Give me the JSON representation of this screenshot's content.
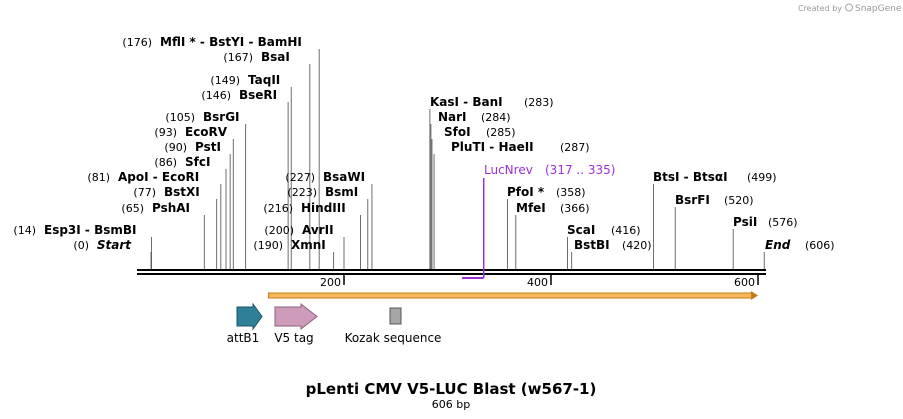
{
  "credit": {
    "prefix": "Created by",
    "brand": "SnapGene"
  },
  "map": {
    "length": 606
  },
  "terminals": [
    {
      "pos": 0,
      "pos_label": "(0)",
      "name": "Start"
    },
    {
      "pos": 606,
      "pos_label": "(606)",
      "name": "End"
    }
  ],
  "sites": [
    {
      "pos": 14,
      "pos_label": "(14)",
      "label": "Esp3I  -  BsmBI"
    },
    {
      "pos": 65,
      "pos_label": "(65)",
      "label": "PshAI"
    },
    {
      "pos": 77,
      "pos_label": "(77)",
      "label": "BstXI"
    },
    {
      "pos": 81,
      "pos_label": "(81)",
      "label": "ApoI  -  EcoRI"
    },
    {
      "pos": 86,
      "pos_label": "(86)",
      "label": "SfcI"
    },
    {
      "pos": 90,
      "pos_label": "(90)",
      "label": "PstI"
    },
    {
      "pos": 93,
      "pos_label": "(93)",
      "label": "EcoRV"
    },
    {
      "pos": 105,
      "pos_label": "(105)",
      "label": "BsrGI"
    },
    {
      "pos": 146,
      "pos_label": "(146)",
      "label": "BseRI"
    },
    {
      "pos": 149,
      "pos_label": "(149)",
      "label": "TaqII"
    },
    {
      "pos": 167,
      "pos_label": "(167)",
      "label": "BsaI"
    },
    {
      "pos": 176,
      "pos_label": "(176)",
      "label": "MflI * - BstYI  -  BamHI"
    },
    {
      "pos": 190,
      "pos_label": "(190)",
      "label": "XmnI"
    },
    {
      "pos": 200,
      "pos_label": "(200)",
      "label": "AvrII"
    },
    {
      "pos": 216,
      "pos_label": "(216)",
      "label": "HindIII"
    },
    {
      "pos": 223,
      "pos_label": "(223)",
      "label": "BsmI"
    },
    {
      "pos": 227,
      "pos_label": "(227)",
      "label": "BsaWI"
    },
    {
      "pos": 283,
      "pos_label": "(283)",
      "label": "KasI  -  BanI"
    },
    {
      "pos": 284,
      "pos_label": "(284)",
      "label": "NarI"
    },
    {
      "pos": 285,
      "pos_label": "(285)",
      "label": "SfoI"
    },
    {
      "pos": 287,
      "pos_label": "(287)",
      "label": "PluTI  -  HaeII"
    },
    {
      "pos": 358,
      "pos_label": "(358)",
      "label": "PfoI *"
    },
    {
      "pos": 366,
      "pos_label": "(366)",
      "label": "MfeI"
    },
    {
      "pos": 416,
      "pos_label": "(416)",
      "label": "ScaI"
    },
    {
      "pos": 420,
      "pos_label": "(420)",
      "label": "BstBI"
    },
    {
      "pos": 499,
      "pos_label": "(499)",
      "label": "BtsI  -  BtsαI"
    },
    {
      "pos": 520,
      "pos_label": "(520)",
      "label": "BsrFI"
    },
    {
      "pos": 576,
      "pos_label": "(576)",
      "label": "PsiI"
    }
  ],
  "primer": {
    "name": "LucNrev",
    "range": "(317 .. 335)",
    "start": 317,
    "end": 335
  },
  "ruler": {
    "ticks": [
      200,
      400,
      600
    ]
  },
  "orf": {
    "start": 127,
    "end": 600,
    "color": "#f5b85a"
  },
  "features": [
    {
      "label": "attB1",
      "color": "#2f7f99"
    },
    {
      "label": "V5 tag",
      "color": "#cf9bbb"
    },
    {
      "label": "Kozak sequence",
      "color": "#a6a6a6"
    }
  ],
  "title": "pLenti CMV V5-LUC Blast (w567-1)",
  "subtitle": "606 bp"
}
